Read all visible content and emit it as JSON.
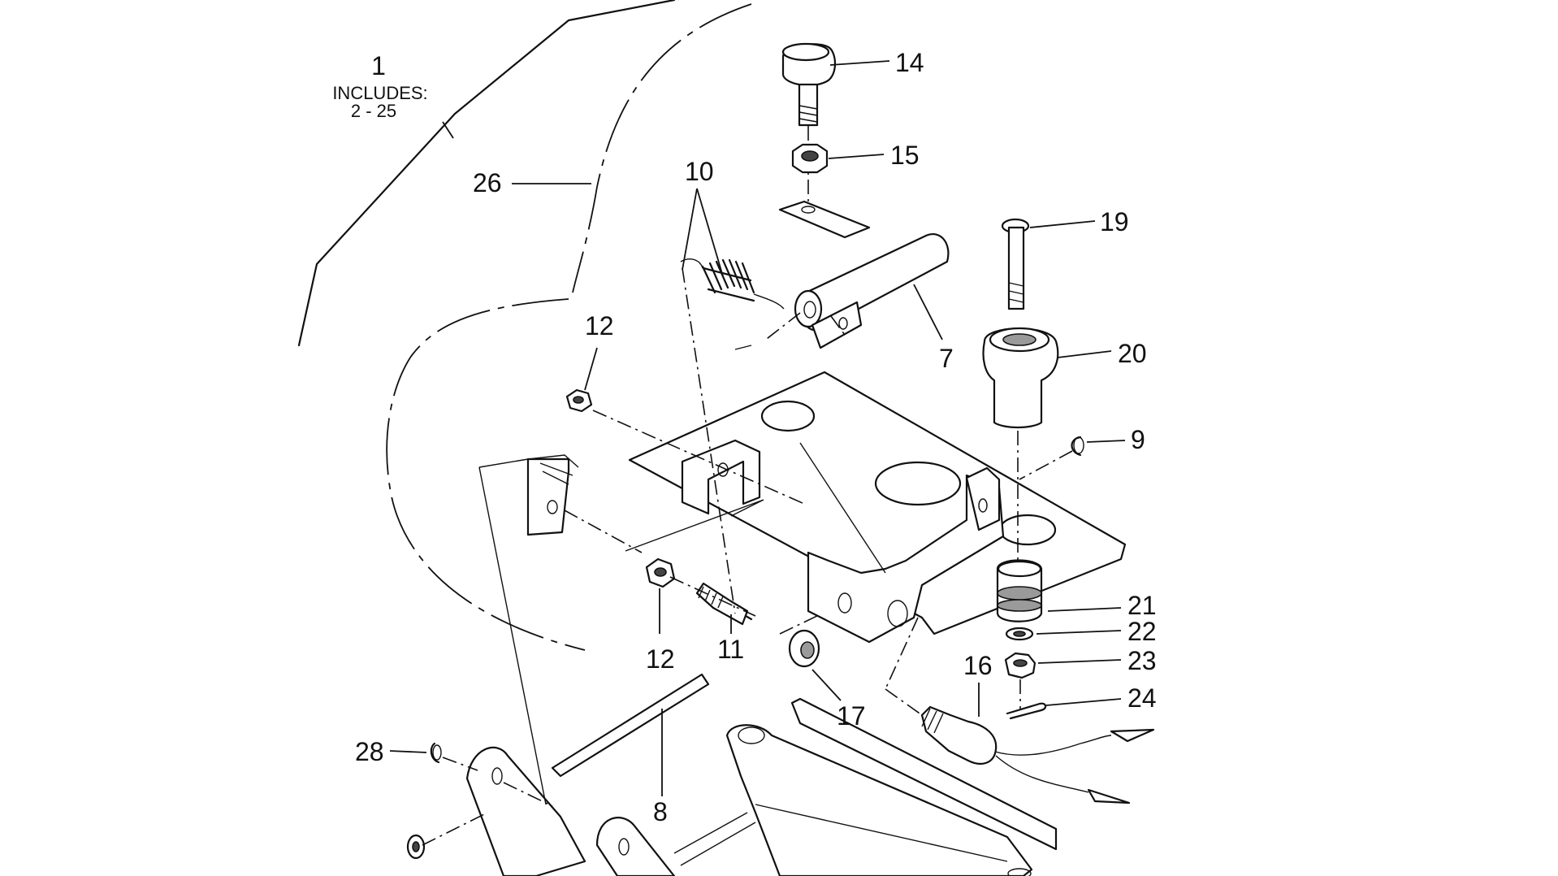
{
  "diagram": {
    "assembly": {
      "number": "1",
      "includes_label": "INCLUDES:",
      "includes_range": "2 - 25"
    },
    "callouts": {
      "c26": "26",
      "c14": "14",
      "c15": "15",
      "c10": "10",
      "c19": "19",
      "c12a": "12",
      "c7": "7",
      "c20": "20",
      "c9": "9",
      "c12b": "12",
      "c11": "11",
      "c21": "21",
      "c22": "22",
      "c23": "23",
      "c16": "16",
      "c24": "24",
      "c17": "17",
      "c28": "28",
      "c8": "8"
    }
  }
}
